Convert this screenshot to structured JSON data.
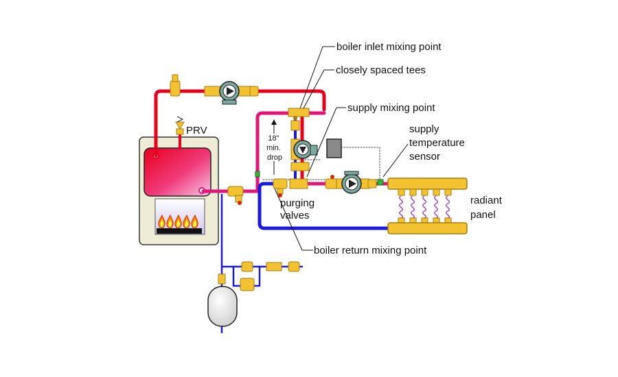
{
  "labels": {
    "prv": "PRV",
    "boiler_inlet_mixing_point": "boiler inlet mixing point",
    "closely_spaced_tees": "closely spaced tees",
    "supply_mixing_point": "supply mixing point",
    "supply_temperature_sensor": [
      "supply",
      "temperature",
      "sensor"
    ],
    "drop_note": [
      "18\"",
      "min.",
      "drop"
    ],
    "purging_valves": [
      "purging",
      "valves"
    ],
    "radiant_panel": [
      "radiant",
      "panel"
    ],
    "boiler_return_mixing_point": "boiler return mixing point"
  },
  "colors": {
    "hot_supply": "#e8001c",
    "mixed_supply": "#e0177a",
    "return": "#1a1adc",
    "brass": "#f2c230",
    "brass_dark": "#a77d0c",
    "circulator": "#7ca9a0",
    "controller": "#8a8a8a",
    "boiler_cabinet": "#efecd6",
    "panel_tubing": "#a04cc0"
  },
  "icons": [
    "flame-icon",
    "circulator-icon",
    "valve-icon",
    "sensor-icon",
    "expansion-tank-icon",
    "controller-icon"
  ]
}
